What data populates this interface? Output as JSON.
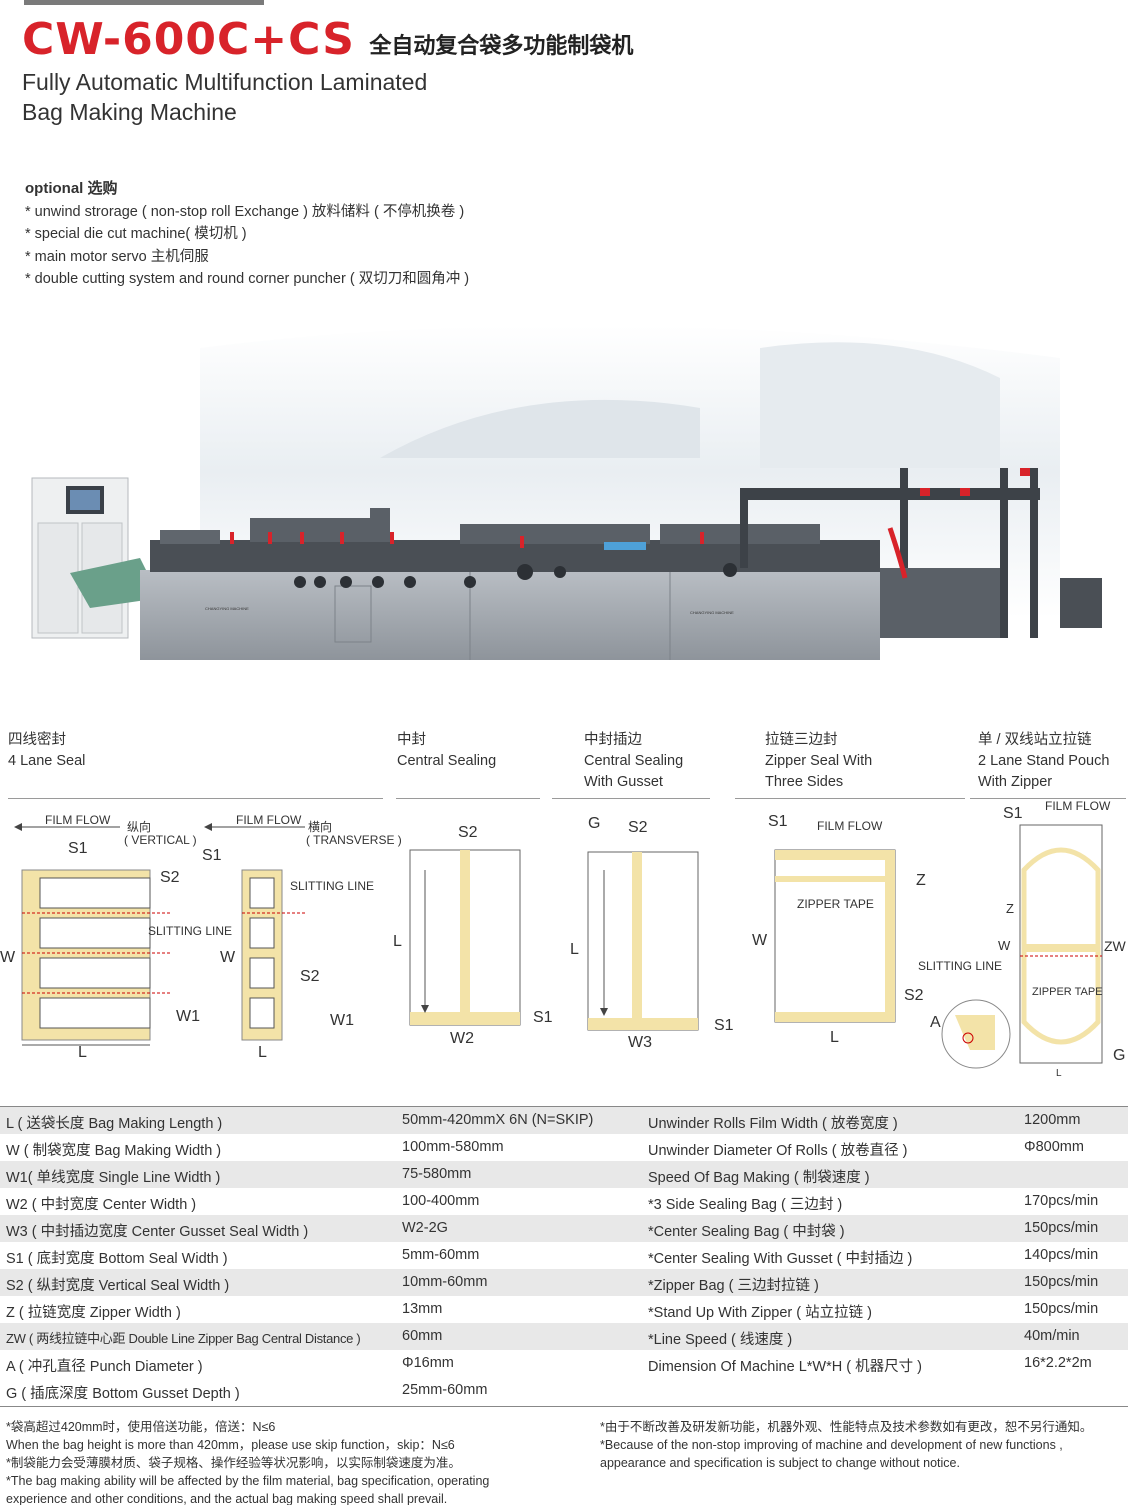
{
  "header": {
    "model": "CW-600C+CS",
    "title_cn": "全自动复合袋多功能制袋机",
    "title_en_1": "Fully Automatic Multifunction Laminated",
    "title_en_2": "Bag Making Machine"
  },
  "optional": {
    "title": "optional 选购",
    "items": [
      "* unwind strorage ( non-stop roll Exchange ) 放料储料 ( 不停机换卷 )",
      "* special die cut machine( 模切机 )",
      "* main motor servo 主机伺服",
      "* double cutting system and round corner puncher ( 双切刀和圆角冲 )"
    ]
  },
  "diagram_headers": [
    {
      "cn": "四线密封",
      "en1": "4 Lane Seal",
      "en2": ""
    },
    {
      "cn": "中封",
      "en1": "Central Sealing",
      "en2": ""
    },
    {
      "cn": "中封插边",
      "en1": "Central Sealing",
      "en2": "With Gusset"
    },
    {
      "cn": "拉链三边封",
      "en1": "Zipper Seal With",
      "en2": "Three Sides"
    },
    {
      "cn": "单 / 双线站立拉链",
      "en1": "2 Lane Stand Pouch",
      "en2": "With Zipper"
    }
  ],
  "diagram_labels": {
    "film_flow": "FILM  FLOW",
    "vertical_cn": "纵向",
    "vertical_en": "( VERTICAL )",
    "transverse_cn": "横向",
    "transverse_en": "( TRANSVERSE )",
    "slitting_line": "SLITTING LINE",
    "zipper_tape": "ZIPPER TAPE",
    "S1": "S1",
    "S2": "S2",
    "W": "W",
    "W1": "W1",
    "W2": "W2",
    "W3": "W3",
    "L": "L",
    "G": "G",
    "Z": "Z",
    "ZW": "ZW",
    "A": "A"
  },
  "machine_labels": {
    "brand_plate_1": "CHANGYING MACHINE",
    "brand_plate_2": "CHANGYING MACHINE"
  },
  "specs": [
    [
      "L ( 送袋长度 Bag Making Length )",
      "50mm-420mmX 6N (N=SKIP)",
      "Unwinder Rolls Film Width ( 放卷宽度 )",
      "1200mm"
    ],
    [
      "W ( 制袋宽度 Bag Making Width )",
      "100mm-580mm",
      "Unwinder Diameter Of Rolls ( 放卷直径 )",
      "Φ800mm"
    ],
    [
      "W1( 单线宽度 Single Line Width )",
      "75-580mm",
      "Speed Of Bag Making ( 制袋速度 )",
      ""
    ],
    [
      "W2 ( 中封宽度 Center Width )",
      "100-400mm",
      "*3 Side Sealing Bag ( 三边封 )",
      "170pcs/min"
    ],
    [
      "W3 ( 中封插边宽度 Center Gusset Seal Width )",
      "W2-2G",
      "*Center Sealing Bag ( 中封袋 )",
      "150pcs/min"
    ],
    [
      "S1 ( 底封宽度 Bottom Seal Width )",
      "5mm-60mm",
      "*Center Sealing With Gusset ( 中封插边 )",
      "140pcs/min"
    ],
    [
      "S2 ( 纵封宽度 Vertical Seal Width )",
      "10mm-60mm",
      "*Zipper Bag ( 三边封拉链 )",
      "150pcs/min"
    ],
    [
      "Z ( 拉链宽度 Zipper Width )",
      "13mm",
      "*Stand Up With Zipper ( 站立拉链 )",
      "150pcs/min"
    ],
    [
      "ZW ( 两线拉链中心距 Double Line Zipper Bag Central Distance )",
      "60mm",
      "*Line Speed ( 线速度 )",
      "40m/min"
    ],
    [
      "A ( 冲孔直径 Punch Diameter )",
      "Φ16mm",
      "Dimension Of Machine L*W*H ( 机器尺寸 )",
      "16*2.2*2m"
    ],
    [
      "G ( 插底深度 Bottom Gusset Depth )",
      "25mm-60mm",
      "",
      ""
    ]
  ],
  "notes_left": [
    "*袋高超过420mm时，使用倍送功能，倍送：N≤6",
    "When the bag height is more than 420mm，please use skip function，skip：N≤6",
    "*制袋能力会受薄膜材质、袋子规格、操作经验等状况影响，以实际制袋速度为准。",
    "*The bag making ability will be affected by the film material, bag specification, operating",
    "experience and other conditions, and the actual bag making speed shall prevail."
  ],
  "notes_right": [
    "*由于不断改善及研发新功能，机器外观、性能特点及技术参数如有更改，恕不另行通知。",
    "*Because of the non-stop improving of machine and development of new functions ,",
    "appearance and specification is subject to change without notice."
  ],
  "colors": {
    "brand_red": "#d8232a",
    "seal_yellow": "#f3e3a8",
    "row_shade": "#e8e8e8"
  }
}
